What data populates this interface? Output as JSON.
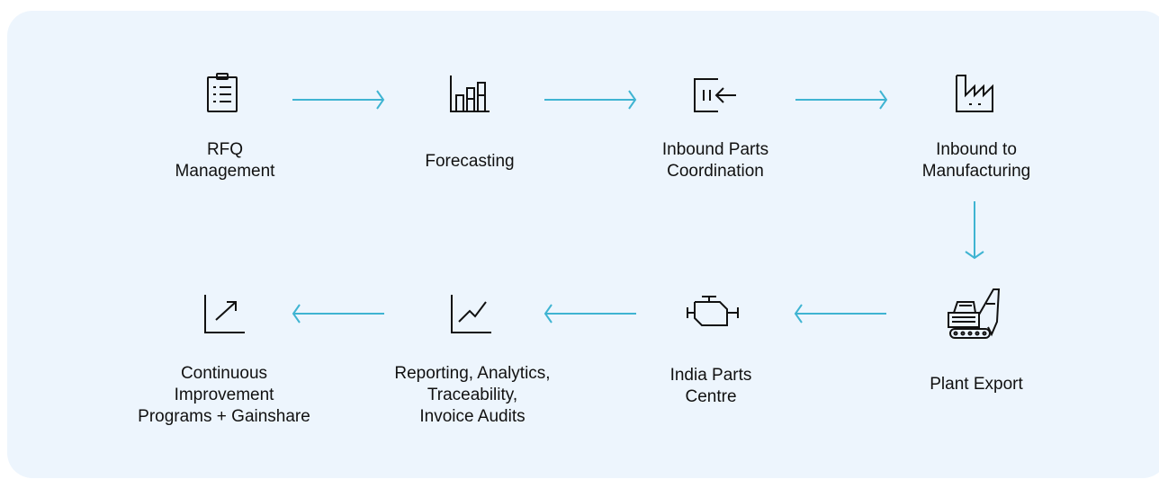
{
  "colors": {
    "background": "#edf5fd",
    "arrow": "#3fb4d2",
    "icon": "#111111",
    "text": "#111111"
  },
  "nodes": [
    {
      "id": "rfq",
      "icon": "clipboard-list-icon",
      "lines": [
        "RFQ",
        "Management"
      ]
    },
    {
      "id": "forecasting",
      "icon": "bar-chart-icon",
      "lines": [
        "Forecasting"
      ]
    },
    {
      "id": "inbound-parts",
      "icon": "inbound-box-arrow-icon",
      "lines": [
        "Inbound Parts",
        "Coordination"
      ]
    },
    {
      "id": "inbound-mfg",
      "icon": "factory-icon",
      "lines": [
        "Inbound to",
        "Manufacturing"
      ]
    },
    {
      "id": "plant-export",
      "icon": "excavator-icon",
      "lines": [
        "Plant Export"
      ]
    },
    {
      "id": "india-parts",
      "icon": "engine-icon",
      "lines": [
        "India Parts",
        "Centre"
      ]
    },
    {
      "id": "reporting",
      "icon": "line-chart-icon",
      "lines": [
        "Reporting, Analytics,",
        "Traceability,",
        "Invoice Audits"
      ]
    },
    {
      "id": "continuous",
      "icon": "trend-up-chart-icon",
      "lines": [
        "Continuous",
        "Improvement",
        "Programs + Gainshare"
      ]
    }
  ]
}
